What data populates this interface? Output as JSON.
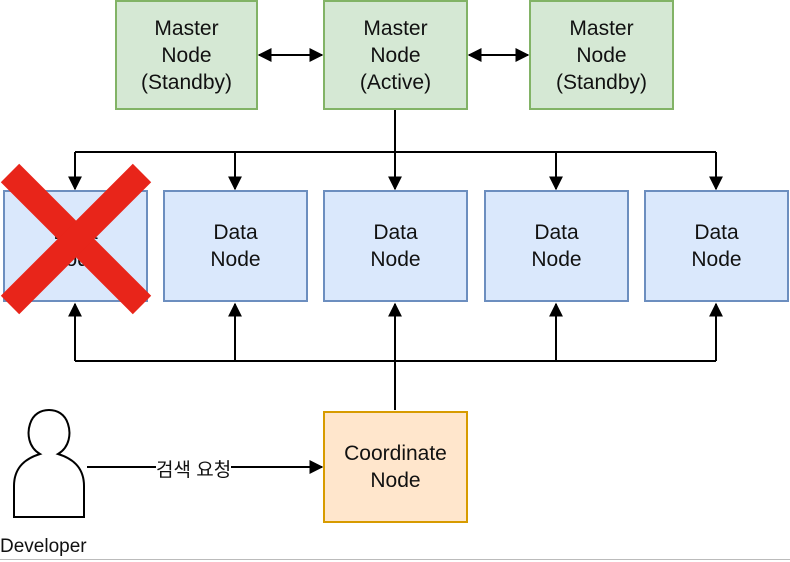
{
  "masters": [
    {
      "lines": [
        "Master",
        "Node",
        "(Standby)"
      ]
    },
    {
      "lines": [
        "Master",
        "Node",
        "(Active)"
      ]
    },
    {
      "lines": [
        "Master",
        "Node",
        "(Standby)"
      ]
    }
  ],
  "data_nodes": [
    {
      "lines": [
        "Data",
        "Node"
      ],
      "failed": true
    },
    {
      "lines": [
        "Data",
        "Node"
      ]
    },
    {
      "lines": [
        "Data",
        "Node"
      ]
    },
    {
      "lines": [
        "Data",
        "Node"
      ]
    },
    {
      "lines": [
        "Data",
        "Node"
      ]
    }
  ],
  "coordinate": {
    "lines": [
      "Coordinate",
      "Node"
    ]
  },
  "developer": {
    "label": "Developer"
  },
  "request_edge": {
    "label": "검색 요청"
  },
  "colors": {
    "master_fill": "#d5e8d4",
    "master_stroke": "#82b366",
    "data_fill": "#dae8fc",
    "data_stroke": "#6c8ebf",
    "coord_fill": "#ffe6cc",
    "coord_stroke": "#d79b00",
    "failure_mark": "#e8251a"
  },
  "icons": {
    "failure_mark": "red-x-cross-icon",
    "developer": "person-outline-icon"
  }
}
